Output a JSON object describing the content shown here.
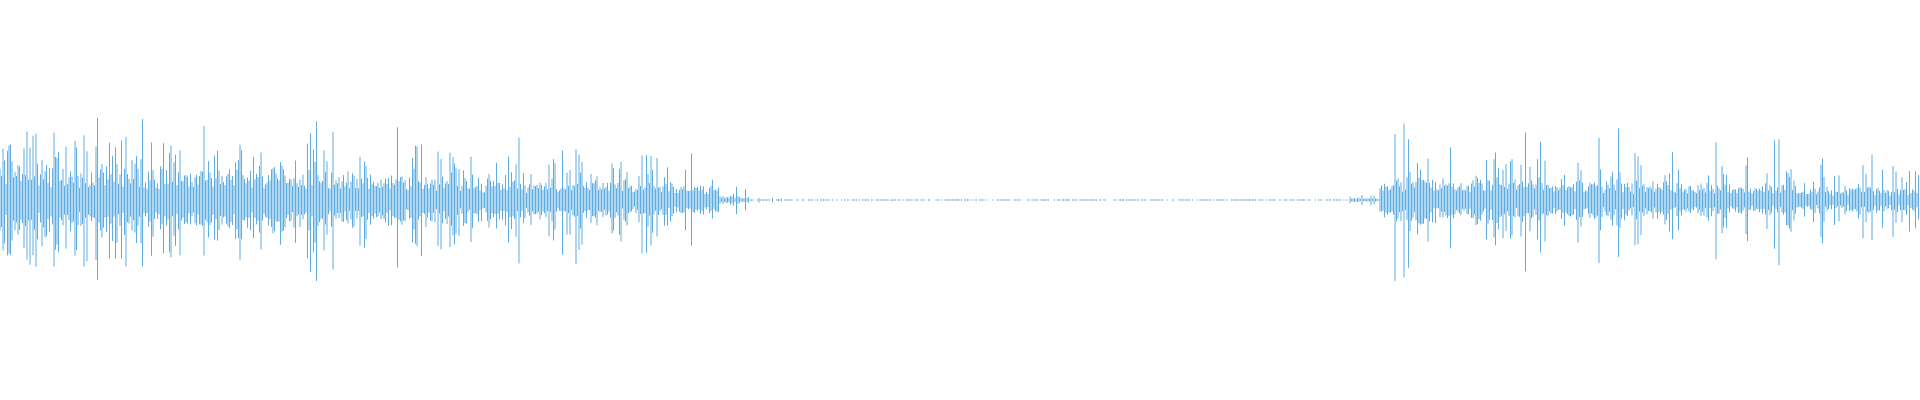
{
  "chart_data": {
    "type": "waveform",
    "title": "",
    "xlabel": "",
    "ylabel": "",
    "ylim": [
      -1,
      1
    ],
    "grid": false,
    "color": "#5dade2",
    "envelope_bins": 64,
    "peak": [
      0.85,
      0.9,
      0.8,
      0.85,
      0.75,
      0.8,
      0.9,
      0.7,
      0.75,
      0.8,
      0.85,
      0.75,
      0.7,
      0.7,
      0.65,
      0.7,
      0.65,
      0.6,
      0.75,
      0.6,
      0.6,
      0.55,
      0.55,
      0.5,
      0.15,
      0.04,
      0.02,
      0.01,
      0.01,
      0.01,
      0.01,
      0.01,
      0.01,
      0.01,
      0.01,
      0.01,
      0.01,
      0.01,
      0.01,
      0.01,
      0.01,
      0.01,
      0.01,
      0.01,
      0.01,
      0.08,
      0.8,
      0.8,
      0.75,
      0.8,
      0.75,
      0.7,
      0.7,
      0.65,
      0.65,
      0.7,
      0.6,
      0.6,
      0.55,
      0.6,
      0.45,
      0.4,
      0.45,
      0.4
    ],
    "body": [
      0.35,
      0.35,
      0.3,
      0.35,
      0.3,
      0.3,
      0.3,
      0.3,
      0.3,
      0.3,
      0.3,
      0.25,
      0.25,
      0.25,
      0.22,
      0.22,
      0.2,
      0.2,
      0.2,
      0.18,
      0.18,
      0.18,
      0.16,
      0.15,
      0.04,
      0.01,
      0.005,
      0.003,
      0.003,
      0.003,
      0.003,
      0.003,
      0.003,
      0.003,
      0.003,
      0.003,
      0.003,
      0.003,
      0.003,
      0.003,
      0.003,
      0.003,
      0.003,
      0.003,
      0.003,
      0.02,
      0.22,
      0.22,
      0.2,
      0.22,
      0.2,
      0.2,
      0.2,
      0.18,
      0.18,
      0.18,
      0.16,
      0.16,
      0.15,
      0.15,
      0.12,
      0.12,
      0.12,
      0.12
    ]
  }
}
